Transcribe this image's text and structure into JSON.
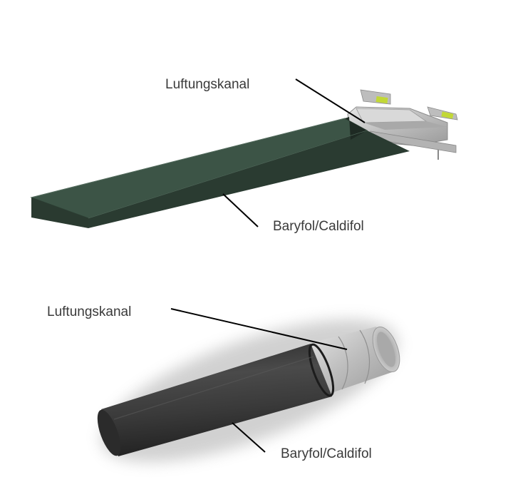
{
  "rectangular_section": {
    "duct_label": "Luftungskanal",
    "foil_label": "Baryfol/Caldifol"
  },
  "round_section": {
    "duct_label": "Luftungskanal",
    "foil_label": "Baryfol/Caldifol"
  },
  "colors": {
    "rect_foil_top": "#3c5446",
    "rect_foil_front": "#2a3a30",
    "rect_foil_end": "#1e2a23",
    "round_foil": "#3a3a3a",
    "duct_metal": "#c4c4c4",
    "bracket_accent": "#c2d836",
    "leader_line": "#000000"
  }
}
